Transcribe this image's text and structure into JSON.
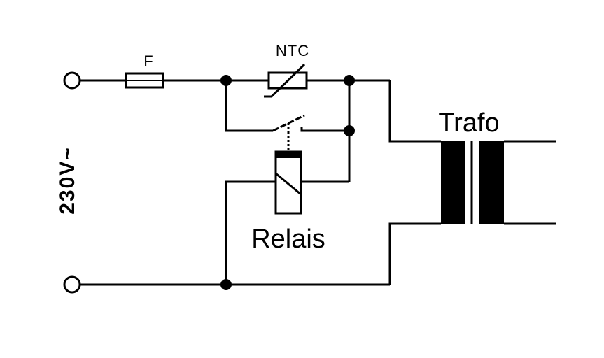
{
  "diagram": {
    "labels": {
      "fuse": "F",
      "ntc": "NTC",
      "relay": "Relais",
      "transformer": "Trafo",
      "voltage": "230V~"
    },
    "colors": {
      "line": "#000000",
      "background": "#ffffff"
    }
  }
}
